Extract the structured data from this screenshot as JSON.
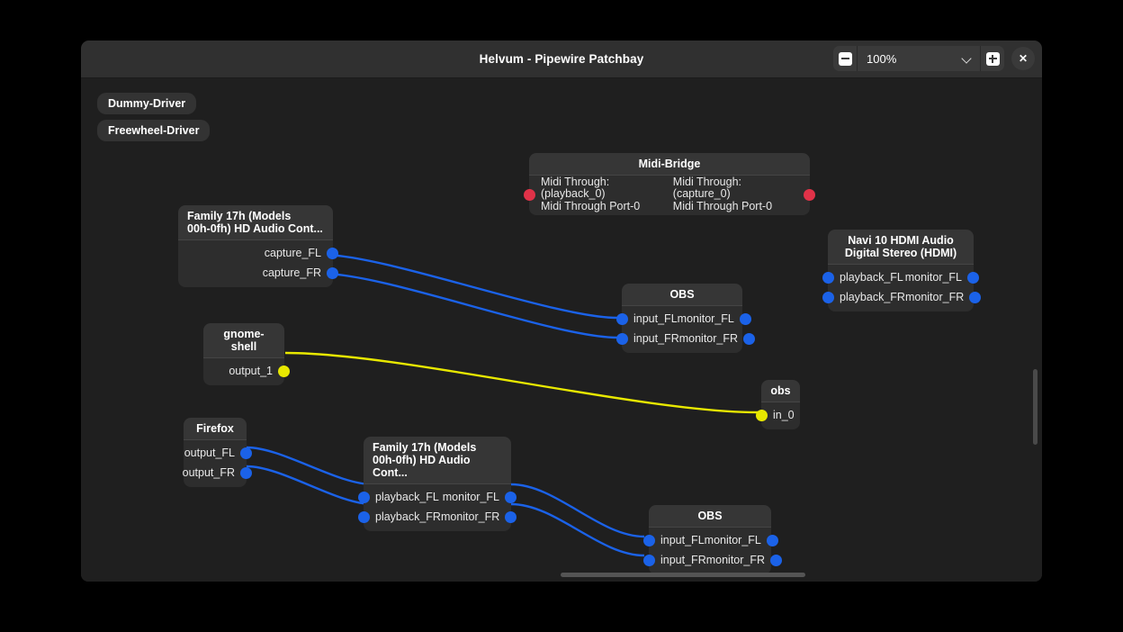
{
  "window": {
    "title": "Helvum - Pipewire Patchbay",
    "zoom": {
      "zoom_out_label": "−",
      "value": "100%",
      "zoom_in_label": "+",
      "dropdown_icon": "chevron-down-icon"
    },
    "close_label": "✕"
  },
  "drivers": [
    {
      "label": "Dummy-Driver"
    },
    {
      "label": "Freewheel-Driver"
    }
  ],
  "nodes": [
    {
      "id": "family17h-capture",
      "title": "Family 17h (Models\n00h-0fh) HD Audio Cont...",
      "inputs": [],
      "outputs": [
        {
          "label": "capture_FL",
          "type": "audio"
        },
        {
          "label": "capture_FR",
          "type": "audio"
        }
      ]
    },
    {
      "id": "midi-bridge",
      "title": "Midi-Bridge",
      "inputs": [
        {
          "label": "Midi Through:(playback_0)\nMidi Through Port-0",
          "type": "midi"
        }
      ],
      "outputs": [
        {
          "label": "Midi Through:(capture_0)\nMidi Through Port-0",
          "type": "midi"
        }
      ]
    },
    {
      "id": "obs-top",
      "title": "OBS",
      "inputs": [
        {
          "label": "input_FL",
          "type": "audio"
        },
        {
          "label": "input_FR",
          "type": "audio"
        }
      ],
      "outputs": [
        {
          "label": "monitor_FL",
          "type": "audio"
        },
        {
          "label": "monitor_FR",
          "type": "audio"
        }
      ]
    },
    {
      "id": "navi10-hdmi",
      "title": "Navi 10 HDMI Audio\nDigital Stereo (HDMI)",
      "inputs": [
        {
          "label": "playback_FL",
          "type": "audio"
        },
        {
          "label": "playback_FR",
          "type": "audio"
        }
      ],
      "outputs": [
        {
          "label": "monitor_FL",
          "type": "audio"
        },
        {
          "label": "monitor_FR",
          "type": "audio"
        }
      ]
    },
    {
      "id": "gnome-shell",
      "title": "gnome-shell",
      "inputs": [],
      "outputs": [
        {
          "label": "output_1",
          "type": "video"
        }
      ]
    },
    {
      "id": "obs-small",
      "title": "obs",
      "inputs": [
        {
          "label": "in_0",
          "type": "video"
        }
      ],
      "outputs": []
    },
    {
      "id": "firefox",
      "title": "Firefox",
      "inputs": [],
      "outputs": [
        {
          "label": "output_FL",
          "type": "audio"
        },
        {
          "label": "output_FR",
          "type": "audio"
        }
      ]
    },
    {
      "id": "family17h-playback",
      "title": "Family 17h (Models\n00h-0fh) HD Audio Cont...",
      "inputs": [
        {
          "label": "playback_FL",
          "type": "audio"
        },
        {
          "label": "playback_FR",
          "type": "audio"
        }
      ],
      "outputs": [
        {
          "label": "monitor_FL",
          "type": "audio"
        },
        {
          "label": "monitor_FR",
          "type": "audio"
        }
      ]
    },
    {
      "id": "obs-bottom",
      "title": "OBS",
      "inputs": [
        {
          "label": "input_FL",
          "type": "audio"
        },
        {
          "label": "input_FR",
          "type": "audio"
        }
      ],
      "outputs": [
        {
          "label": "monitor_FL",
          "type": "audio"
        },
        {
          "label": "monitor_FR",
          "type": "audio"
        }
      ]
    }
  ],
  "colors": {
    "audio_port": "#1b62e8",
    "midi_port": "#e03248",
    "video_port": "#e8e800",
    "canvas_bg": "#1f1f1f",
    "node_bg": "#2d2d2d",
    "node_header_bg": "#363636"
  }
}
